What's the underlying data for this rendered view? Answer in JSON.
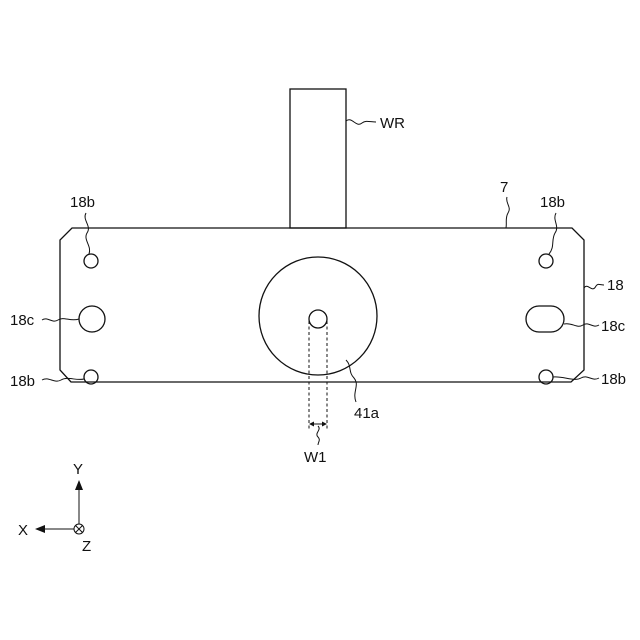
{
  "labels": {
    "wr": "WR",
    "ref_7": "7",
    "ref_18": "18",
    "hole_18b_top_left": "18b",
    "hole_18b_top_right": "18b",
    "hole_18c_left": "18c",
    "hole_18c_right": "18c",
    "hole_18b_bottom_left": "18b",
    "hole_18b_bottom_right": "18b",
    "ref_41a": "41a",
    "width_w1": "W1"
  },
  "axes": {
    "y": "Y",
    "x": "X",
    "z": "Z"
  },
  "colors": {
    "line": "#111111",
    "background": "#ffffff"
  }
}
